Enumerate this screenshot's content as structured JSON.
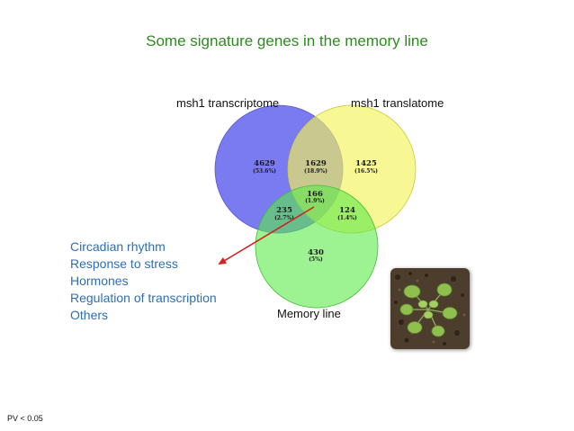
{
  "title": "Some signature genes in the memory line",
  "colors": {
    "title": "#2e8b1f",
    "list": "#2e6fb6",
    "transcriptome": "#6b6bf0",
    "translatome": "#f2f25a",
    "memory": "#5bea4a",
    "arrow": "#d42020"
  },
  "venn": {
    "sets": {
      "transcriptome": "msh1 transcriptome",
      "translatome": "msh1 translatome",
      "memory": "Memory line"
    },
    "regions": {
      "transcriptome_only": {
        "count": "4629",
        "pct": "(53.6%)"
      },
      "transcriptome_translatome": {
        "count": "1629",
        "pct": "(18.9%)"
      },
      "translatome_only": {
        "count": "1425",
        "pct": "(16.5%)"
      },
      "all_three": {
        "count": "166",
        "pct": "(1.9%)"
      },
      "transcriptome_memory": {
        "count": "235",
        "pct": "(2.7%)"
      },
      "translatome_memory": {
        "count": "124",
        "pct": "(1.4%)"
      },
      "memory_only": {
        "count": "430",
        "pct": "(5%)"
      }
    }
  },
  "categories": [
    "Circadian rhythm",
    "Response to stress",
    "Hormones",
    "Regulation of transcription",
    "Others"
  ],
  "footnote": "PV < 0.05",
  "icons": {
    "photo": "arabidopsis-plant-photo",
    "arrow": "red-arrow"
  }
}
